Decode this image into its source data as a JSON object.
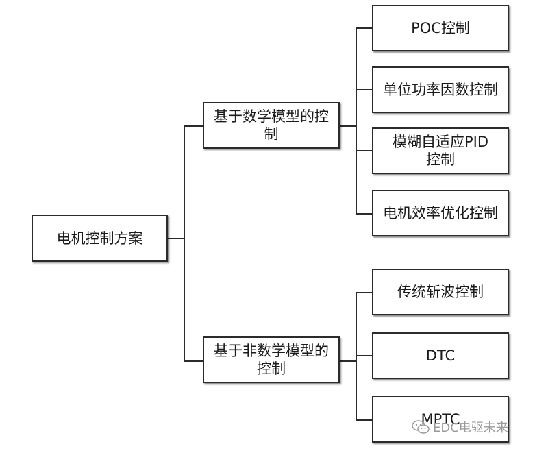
{
  "root": {
    "label": "电机控制方案"
  },
  "branches": [
    {
      "label": "基于数学模型的控制",
      "leaves": [
        "POC控制",
        "单位功率因数控制",
        "模糊自适应PID控制",
        "电机效率优化控制"
      ]
    },
    {
      "label": "基于非数学模型的控制",
      "leaves": [
        "传统斩波控制",
        "DTC",
        "MPTC"
      ]
    }
  ],
  "watermark": {
    "text": "EDC电驱未来",
    "icon": "wechat-icon"
  },
  "colors": {
    "border": "#2b2b2b",
    "watermark": "#9a9a9a"
  }
}
